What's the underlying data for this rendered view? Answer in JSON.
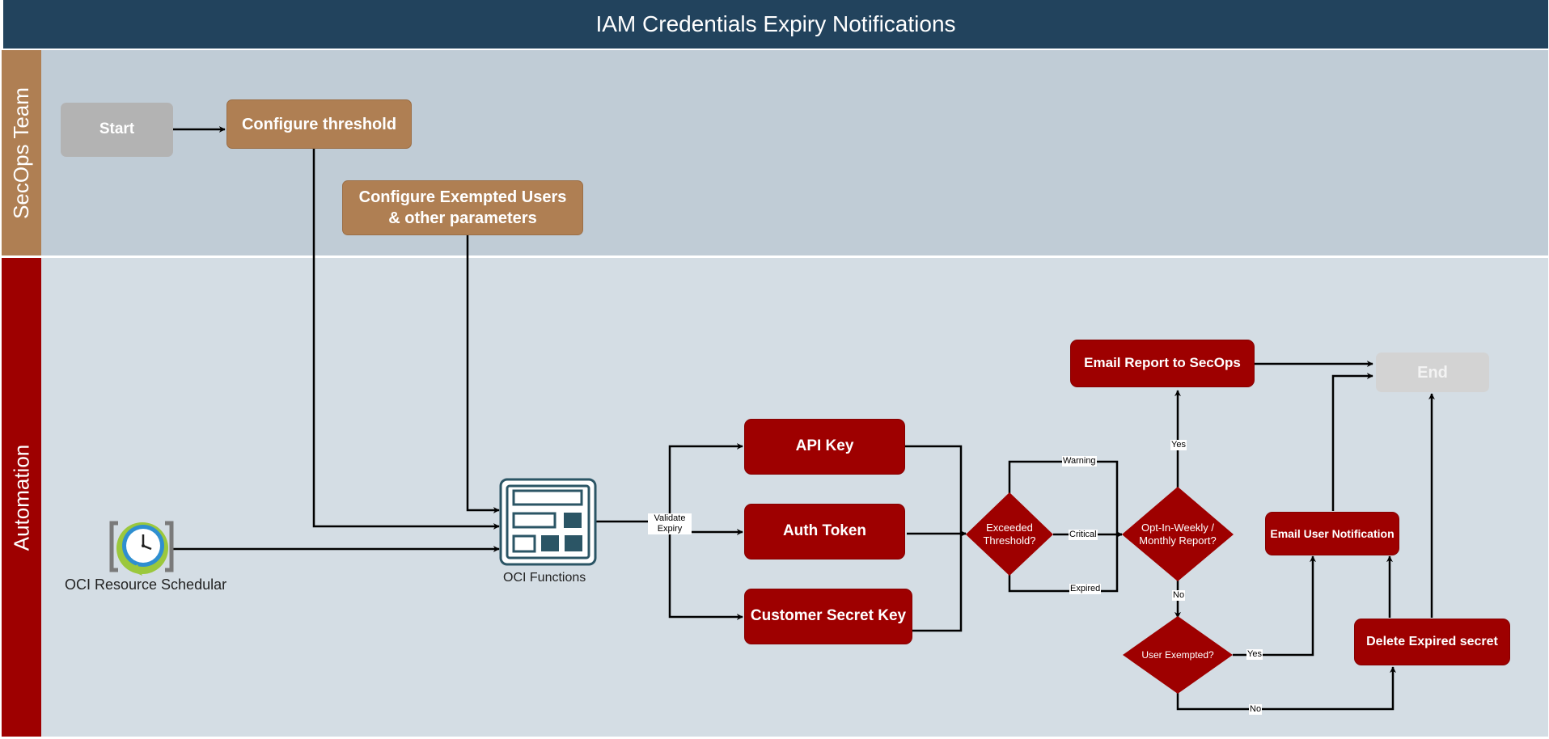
{
  "title": "IAM Credentials Expiry Notifications",
  "lanes": {
    "secops": "SecOps Team",
    "automation": "Automation"
  },
  "nodes": {
    "start": "Start",
    "configure_threshold": "Configure threshold",
    "configure_exempted_line1": "Configure Exempted Users",
    "configure_exempted_line2": "& other parameters",
    "scheduler_caption": "OCI Resource Schedular",
    "functions_caption": "OCI Functions",
    "api_key": "API Key",
    "auth_token": "Auth Token",
    "customer_secret_key": "Customer Secret Key",
    "exceeded_line1": "Exceeded",
    "exceeded_line2": "Threshold?",
    "optin_line1": "Opt-In-Weekly /",
    "optin_line2": "Monthly Report?",
    "user_exempted": "User Exempted?",
    "email_report": "Email Report to SecOps",
    "email_user": "Email User Notification",
    "delete_expired": "Delete Expired secret",
    "end": "End"
  },
  "edge_labels": {
    "validate_line1": "Validate",
    "validate_line2": "Expiry",
    "warning": "Warning",
    "critical": "Critical",
    "expired": "Expired",
    "yes_top": "Yes",
    "no_mid": "No",
    "yes_right": "Yes",
    "no_bottom": "No"
  },
  "colors": {
    "title_bar": "#22435d",
    "secops_lane": "#c0ccd6",
    "automation_lane": "#d4dde4",
    "secops_label": "#af7f53",
    "automation_label": "#9e0000",
    "tan_box": "#af7f53",
    "red_box": "#9e0000"
  },
  "icons": {
    "scheduler": "clock-icon",
    "functions": "functions-icon"
  }
}
